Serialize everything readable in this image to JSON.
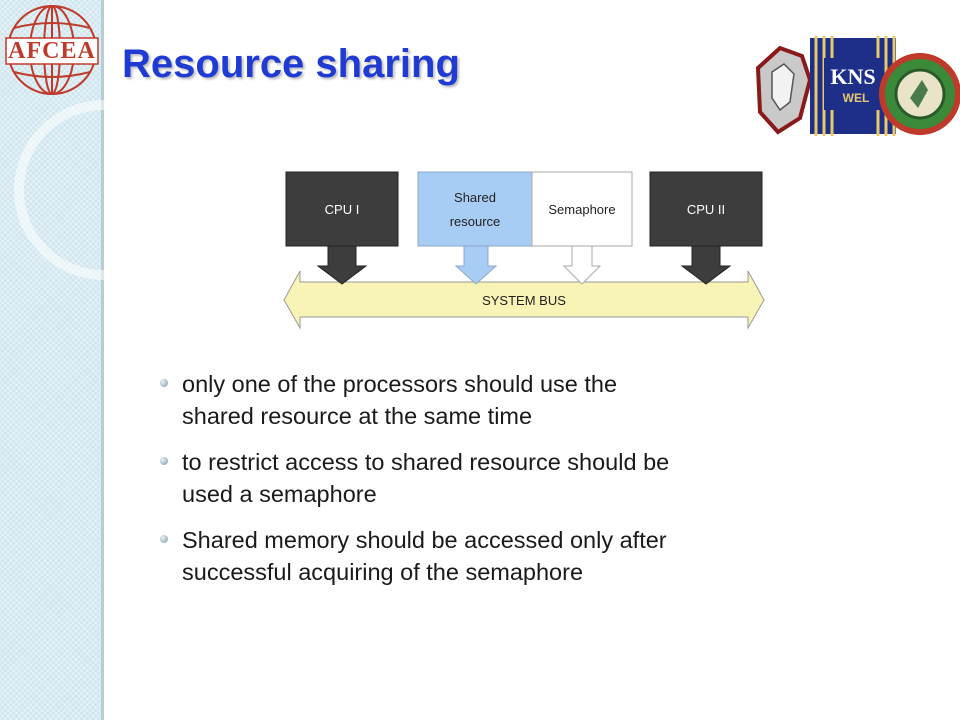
{
  "title": "Resource sharing",
  "logos": {
    "afcea": "AFCEA",
    "kns": "KNS",
    "wel": "WEL"
  },
  "diagram": {
    "cpu1": "CPU I",
    "shared_line1": "Shared",
    "shared_line2": "resource",
    "semaphore": "Semaphore",
    "cpu2": "CPU II",
    "bus": "SYSTEM BUS"
  },
  "bullets": [
    {
      "line1": "only one of  the processors should use the",
      "line2": "shared resource at the same time"
    },
    {
      "line1": "to restrict access to shared resource should be",
      "line2": "used a semaphore"
    },
    {
      "line1": "Shared memory should be accessed only after",
      "line2": "successful acquiring of the semaphore"
    }
  ],
  "colors": {
    "title": "#1f3bd3",
    "cpu_box": "#3d3d3d",
    "shared_box": "#a8cdf4",
    "bus": "#f7f4b5",
    "sidebar": "#cfe6ee"
  }
}
